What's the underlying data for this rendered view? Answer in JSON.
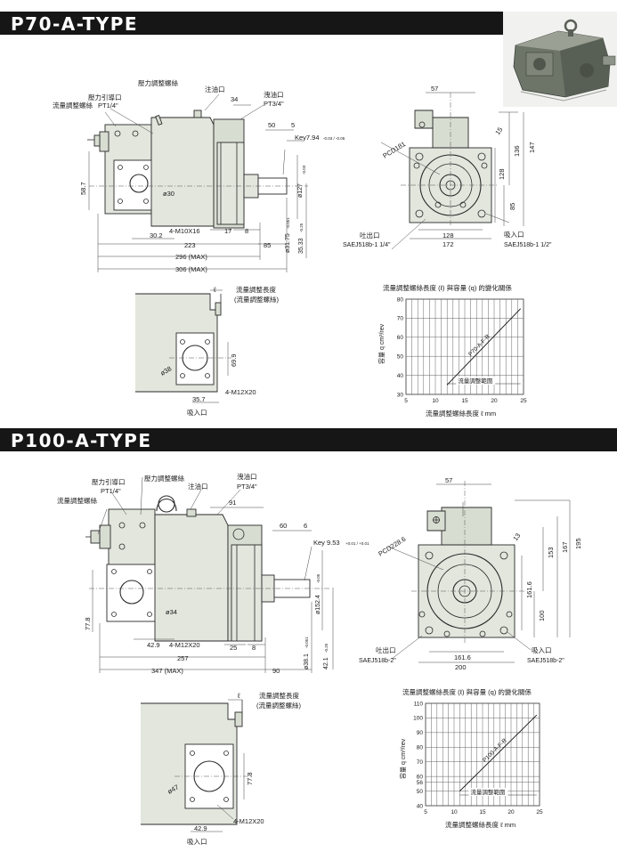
{
  "p70": {
    "title": "P70-A-TYPE",
    "side": {
      "pressure_port": "壓力引導口",
      "pressure_port_size": "PT1/4\"",
      "pressure_screw": "壓力調整螺絲",
      "flow_screw": "流量調整螺絲",
      "oil_fill": "注油口",
      "drain": "洩油口",
      "drain_size": "PT3/4\"",
      "d34": "34",
      "d50": "50",
      "d5": "5",
      "key": "Key7.94",
      "key_tol": "-0.03 / -0.05",
      "d58_7": "58.7",
      "d30": "ø30",
      "bolts": "4-M10X16",
      "d30_2": "30.2",
      "d17": "17",
      "d8": "8",
      "d223": "223",
      "d85": "85",
      "d296": "296 (MAX)",
      "d306": "306 (MAX)",
      "shaft_dia": "ø127",
      "shaft_dia_tol": "-0.03",
      "dia31": "ø31.75",
      "dia31_tol": "-0.051",
      "d35": "35.33",
      "d35_tol": "-0.25"
    },
    "front": {
      "d57": "57",
      "pcd": "PCD181",
      "d15": "15",
      "d136": "136",
      "d147": "147",
      "d128v": "128",
      "d85v": "85",
      "d128h": "128",
      "d172": "172",
      "outlet": "吐出口",
      "outlet_std": "SAEJ518b-1 1/4\"",
      "inlet": "吸入口",
      "inlet_std": "SAEJ518b-1 1/2\""
    },
    "detail": {
      "l_sym": "ℓ",
      "flow_screw_len": "流量調整長度",
      "flow_screw_paren": "(流量調整螺絲)",
      "d38": "ø38",
      "d69_9": "69.9",
      "d35_7": "35.7",
      "bolts": "4-M12X20",
      "inlet": "吸入口"
    },
    "chart_title": "流量調整螺絲長度 (ℓ) 與容量 (q) 的變化關係",
    "chart_data": {
      "type": "line",
      "title": "流量調整螺絲長度 (ℓ) 與容量 (q) 的變化關係",
      "xlabel": "流量調整螺絲長度 ℓ mm",
      "ylabel": "容量 q cm³/rev",
      "xlim": [
        5,
        25
      ],
      "ylim": [
        30,
        80
      ],
      "xticks": [
        5,
        10,
        15,
        20,
        25
      ],
      "yticks": [
        30,
        40,
        50,
        60,
        70,
        80
      ],
      "grid": true,
      "series": [
        {
          "name": "P70-A-F-R",
          "x": [
            12,
            24.5
          ],
          "y": [
            35,
            75
          ]
        }
      ],
      "annotation": "流量調整範圍",
      "range": [
        12,
        24.5
      ]
    }
  },
  "p100": {
    "title": "P100-A-TYPE",
    "side": {
      "pressure_screw": "壓力調整螺絲",
      "pressure_port": "壓力引導口",
      "pressure_port_size": "PT1/4\"",
      "flow_screw": "流量調整螺絲",
      "oil_fill": "注油口",
      "drain": "洩油口",
      "drain_size": "PT3/4\"",
      "d91": "91",
      "d60": "60",
      "d6": "6",
      "key": "Key 9.53",
      "key_tol": "+0.01 / +0.01",
      "d77_8": "77.8",
      "d34": "ø34",
      "d42_9": "42.9",
      "bolts": "4-M12X20",
      "d25": "25",
      "d8": "8",
      "d257": "257",
      "d347": "347 (MAX)",
      "d90": "90",
      "shaft_dia": "ø152.4",
      "shaft_dia_tol": "-0.05",
      "dia38": "ø38.1",
      "dia38_tol": "-0.051",
      "d42_1": "42.1",
      "d42_1_tol": "-0.25"
    },
    "front": {
      "d57": "57",
      "pcd": "PCD228.6",
      "d13": "13",
      "d195": "195",
      "d167": "167",
      "d153": "153",
      "d161v": "161.6",
      "d100": "100",
      "d161h": "161.6",
      "d200": "200",
      "outlet": "吐出口",
      "outlet_std": "SAEJ518b-2\"",
      "inlet": "吸入口",
      "inlet_std": "SAEJ518b-2\""
    },
    "detail": {
      "l_sym": "ℓ",
      "flow_screw_len": "流量調整長度",
      "flow_screw_paren": "(流量調整螺絲)",
      "d47": "ø47",
      "d77_8": "77.8",
      "d42_9": "42.9",
      "bolts": "4-M12X20",
      "inlet": "吸入口"
    },
    "chart_title": "流量調整螺絲長度 (ℓ) 與容量 (q) 的變化關係",
    "chart_data": {
      "type": "line",
      "title": "流量調整螺絲長度 (ℓ) 與容量 (q) 的變化關係",
      "xlabel": "流量調整螺絲長度 ℓ mm",
      "ylabel": "容量 q cm³/rev",
      "xlim": [
        5,
        25
      ],
      "ylim": [
        40,
        110
      ],
      "xticks": [
        5,
        10,
        15,
        20,
        25
      ],
      "yticks": [
        40,
        50,
        56,
        60,
        70,
        80,
        90,
        100,
        110
      ],
      "grid": true,
      "series": [
        {
          "name": "P100-A-F-R",
          "x": [
            11,
            24.5
          ],
          "y": [
            50,
            102
          ]
        }
      ],
      "annotation": "流量調整範圍",
      "range": [
        11,
        24.5
      ]
    }
  }
}
